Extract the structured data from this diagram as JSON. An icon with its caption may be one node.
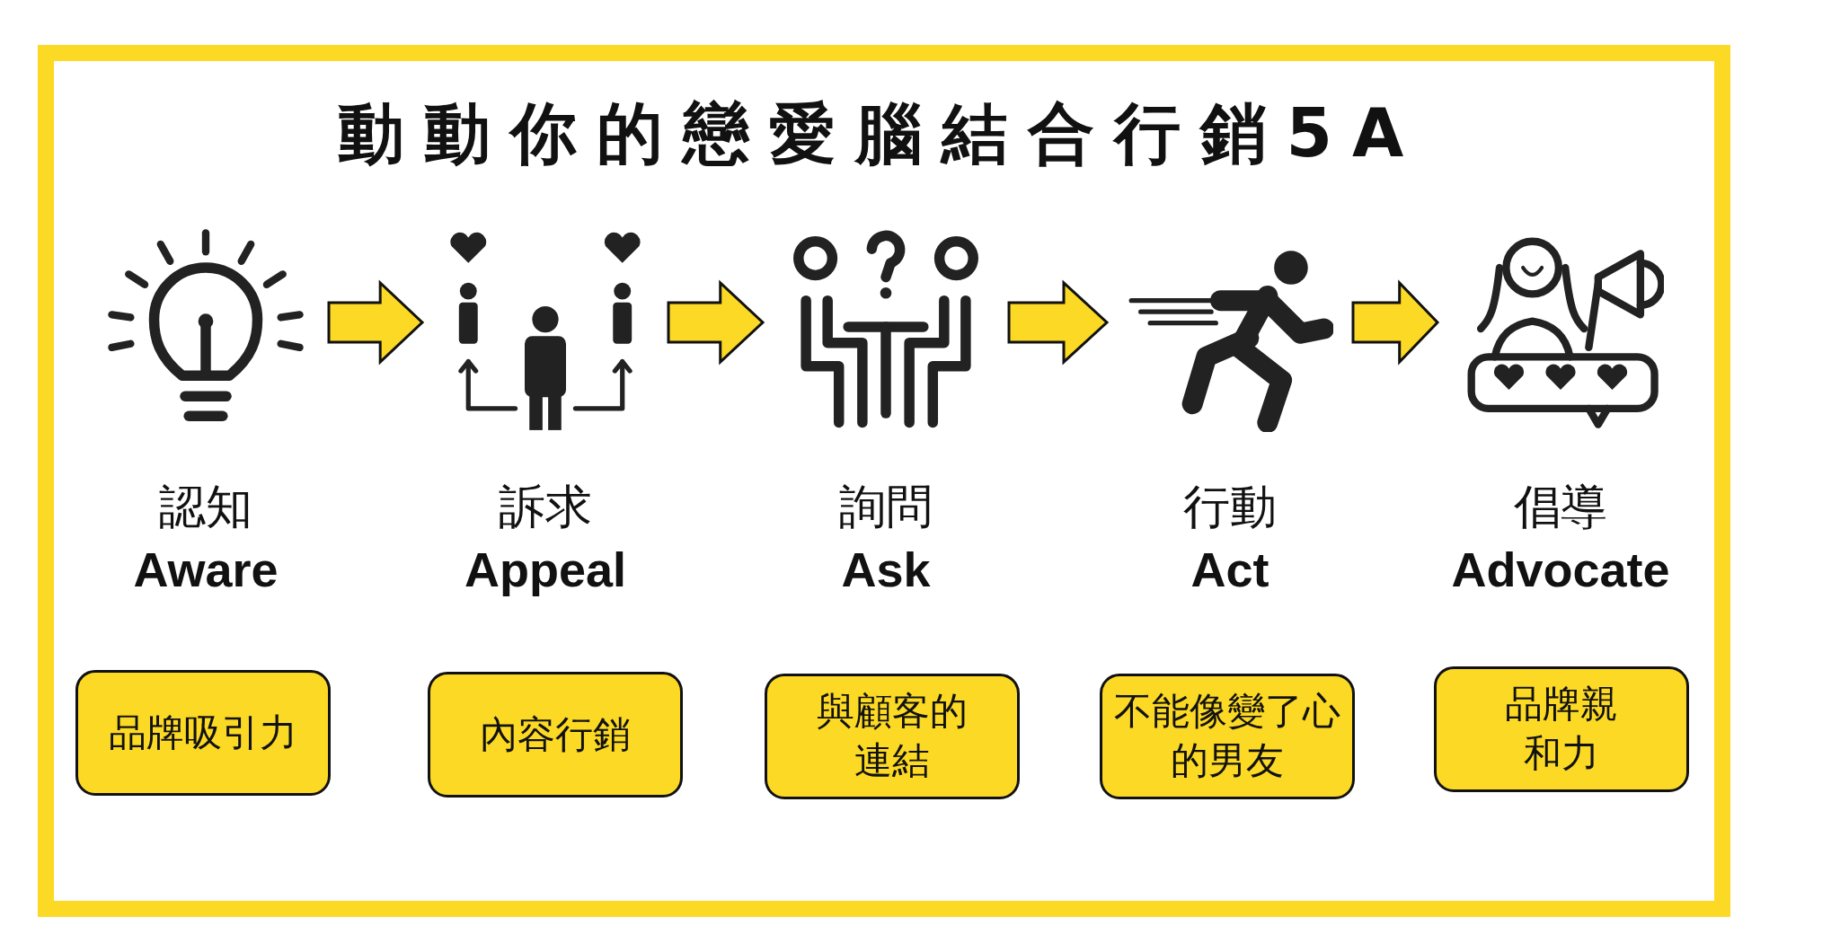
{
  "diagram": {
    "title": "動動你的戀愛腦結合行銷5A",
    "nodes": [
      {
        "text": [],
        "shape": "picture",
        "beside": [
          "認知",
          "Aware"
        ]
      },
      {
        "text": [],
        "shape": "picture",
        "beside": [
          "訴求",
          "Appeal"
        ]
      },
      {
        "text": [],
        "shape": "picture",
        "beside": [
          "詢問",
          "Ask"
        ]
      },
      {
        "text": [],
        "shape": "picture",
        "beside": [
          "行動",
          "Act"
        ]
      },
      {
        "text": [],
        "shape": "picture",
        "beside": [
          "倡導",
          "Advocate"
        ]
      },
      {
        "text": [
          "品牌吸引力"
        ]
      },
      {
        "text": [
          "內容行銷"
        ]
      },
      {
        "text": [
          "與顧客的連結"
        ]
      },
      {
        "text": [
          "不能像變了心的男友"
        ]
      },
      {
        "text": [
          "品牌親和力"
        ]
      }
    ],
    "edges": [
      {
        "from": 0,
        "to": 1,
        "arrow": "to"
      },
      {
        "from": 1,
        "to": 2,
        "arrow": "to"
      },
      {
        "from": 2,
        "to": 3,
        "arrow": "to"
      },
      {
        "from": 3,
        "to": 4,
        "arrow": "to"
      }
    ]
  }
}
